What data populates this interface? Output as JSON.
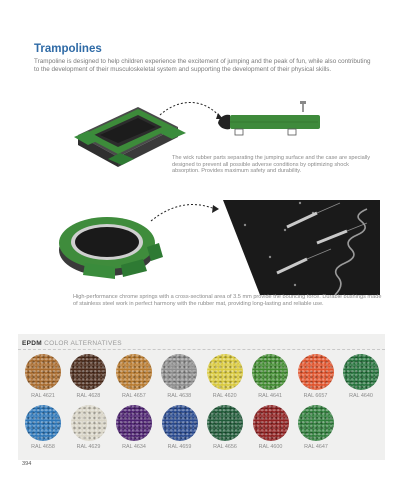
{
  "page": {
    "title": "Trampolines",
    "intro": "Trampoline is designed to help children experience the excitement of jumping and the peak of fun, while also contributing to the development of their musculoskeletal system and supporting the development of their physical skills.",
    "caption_rubber": "The wick rubber parts separating the jumping surface and the case are specially designed to prevent all possible adverse conditions by optimizing shock absorption. Provides maximum safety and durability.",
    "caption_springs": "High-performance chrome springs with a cross-sectional area of 3.5 mm provide the bouncing force. Durable bushings made of stainless steel work in perfect harmony with the rubber mat, providing long-lasting and reliable use.",
    "page_number": "394"
  },
  "epdm": {
    "title_strong": "EPDM",
    "title_light": "COLOR ALTERNATIVES",
    "row1": [
      {
        "label": "RAL 4621",
        "color": "#a86a2c"
      },
      {
        "label": "RAL 4628",
        "color": "#4a2a1a"
      },
      {
        "label": "RAL 4657",
        "color": "#b87a2e"
      },
      {
        "label": "RAL 4638",
        "color": "#8e8e8e"
      },
      {
        "label": "RAL 4620",
        "color": "#d9c93c"
      },
      {
        "label": "RAL 4641",
        "color": "#3f8a2e"
      },
      {
        "label": "RAL 6657",
        "color": "#e0522a"
      },
      {
        "label": "RAL 4640",
        "color": "#23713a"
      }
    ],
    "row2": [
      {
        "label": "RAL 4658",
        "color": "#2c76b8"
      },
      {
        "label": "RAL 4629",
        "color": "#d8d4c6"
      },
      {
        "label": "RAL 4634",
        "color": "#4a1f6e"
      },
      {
        "label": "RAL 4659",
        "color": "#27488e"
      },
      {
        "label": "RAL 4656",
        "color": "#1f5a38"
      },
      {
        "label": "RAL 4600",
        "color": "#8e1f1f"
      },
      {
        "label": "RAL 4647",
        "color": "#2e7d3a"
      }
    ]
  }
}
